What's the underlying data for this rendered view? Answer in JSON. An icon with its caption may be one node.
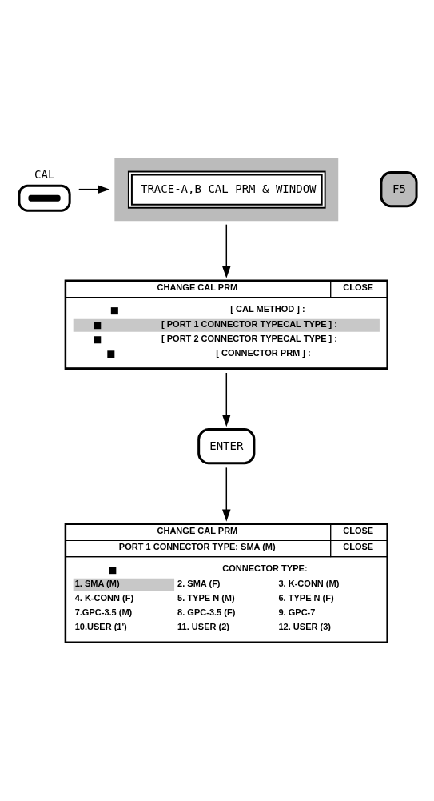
{
  "diagram": {
    "nodes": [
      {
        "text": [
          "CAL"
        ]
      },
      {
        "text": [
          "TRACE-A,B CAL PRM & WINDOW"
        ]
      },
      {
        "text": [
          "F5"
        ]
      },
      {
        "text": [
          "CHANGE CAL PRM",
          "CLOSE",
          "[ CAL METHOD ] :",
          "[ PORT 1 CONNECTOR TYPECAL TYPE ] :",
          "[ PORT 2 CONNECTOR TYPECAL TYPE ] :",
          "[ CONNECTOR PRM ] :"
        ]
      },
      {
        "text": [
          "ENTER"
        ]
      },
      {
        "text": [
          "CHANGE CAL PRM",
          "CLOSE",
          "PORT 1 CONNECTOR TYPE: SMA (M)",
          "CLOSE",
          "CONNECTOR TYPE:",
          "1. SMA (M)",
          "2. SMA (F)",
          "3. K-CONN (M)",
          "4. K-CONN (F)",
          "5. TYPE N (M)",
          "6. TYPE N (F)",
          "7.GPC-3.5 (M)",
          "8. GPC-3.5 (F)",
          "9. GPC-7",
          "10.USER (1')",
          "11. USER (2)",
          "12. USER (3)"
        ]
      }
    ],
    "edges": [
      {
        "from": 0,
        "to": 1,
        "arrow": "to"
      },
      {
        "from": 1,
        "to": 3,
        "arrow": "to"
      },
      {
        "from": 3,
        "to": 4,
        "arrow": "to"
      },
      {
        "from": 4,
        "to": 5,
        "arrow": "to"
      }
    ]
  }
}
